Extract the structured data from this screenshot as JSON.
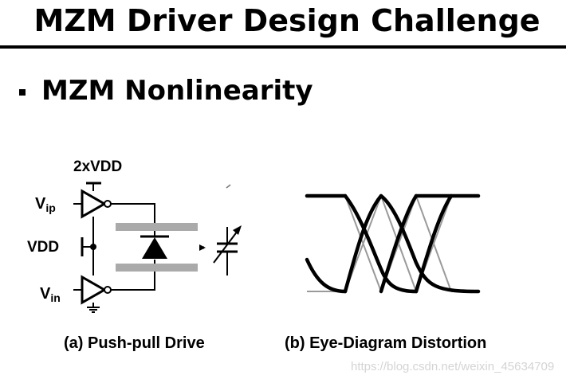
{
  "slide": {
    "title": "MZM Driver Design Challenge",
    "bullet_heading": "MZM Nonlinearity"
  },
  "circuit": {
    "supply_label": "2xVDD",
    "mid_label": "VDD",
    "input_p_main": "V",
    "input_p_sub": "ip",
    "input_n_main": "V",
    "input_n_sub": "in"
  },
  "captions": {
    "a": "(a) Push-pull Drive",
    "b": "(b) Eye-Diagram Distortion"
  },
  "watermark": "https://blog.csdn.net/weixin_45634709",
  "colors": {
    "foreground": "#000000",
    "electrode": "#aaaaaa",
    "ideal_eye": "#9a9a9a",
    "watermark": "#d4d4d4"
  }
}
